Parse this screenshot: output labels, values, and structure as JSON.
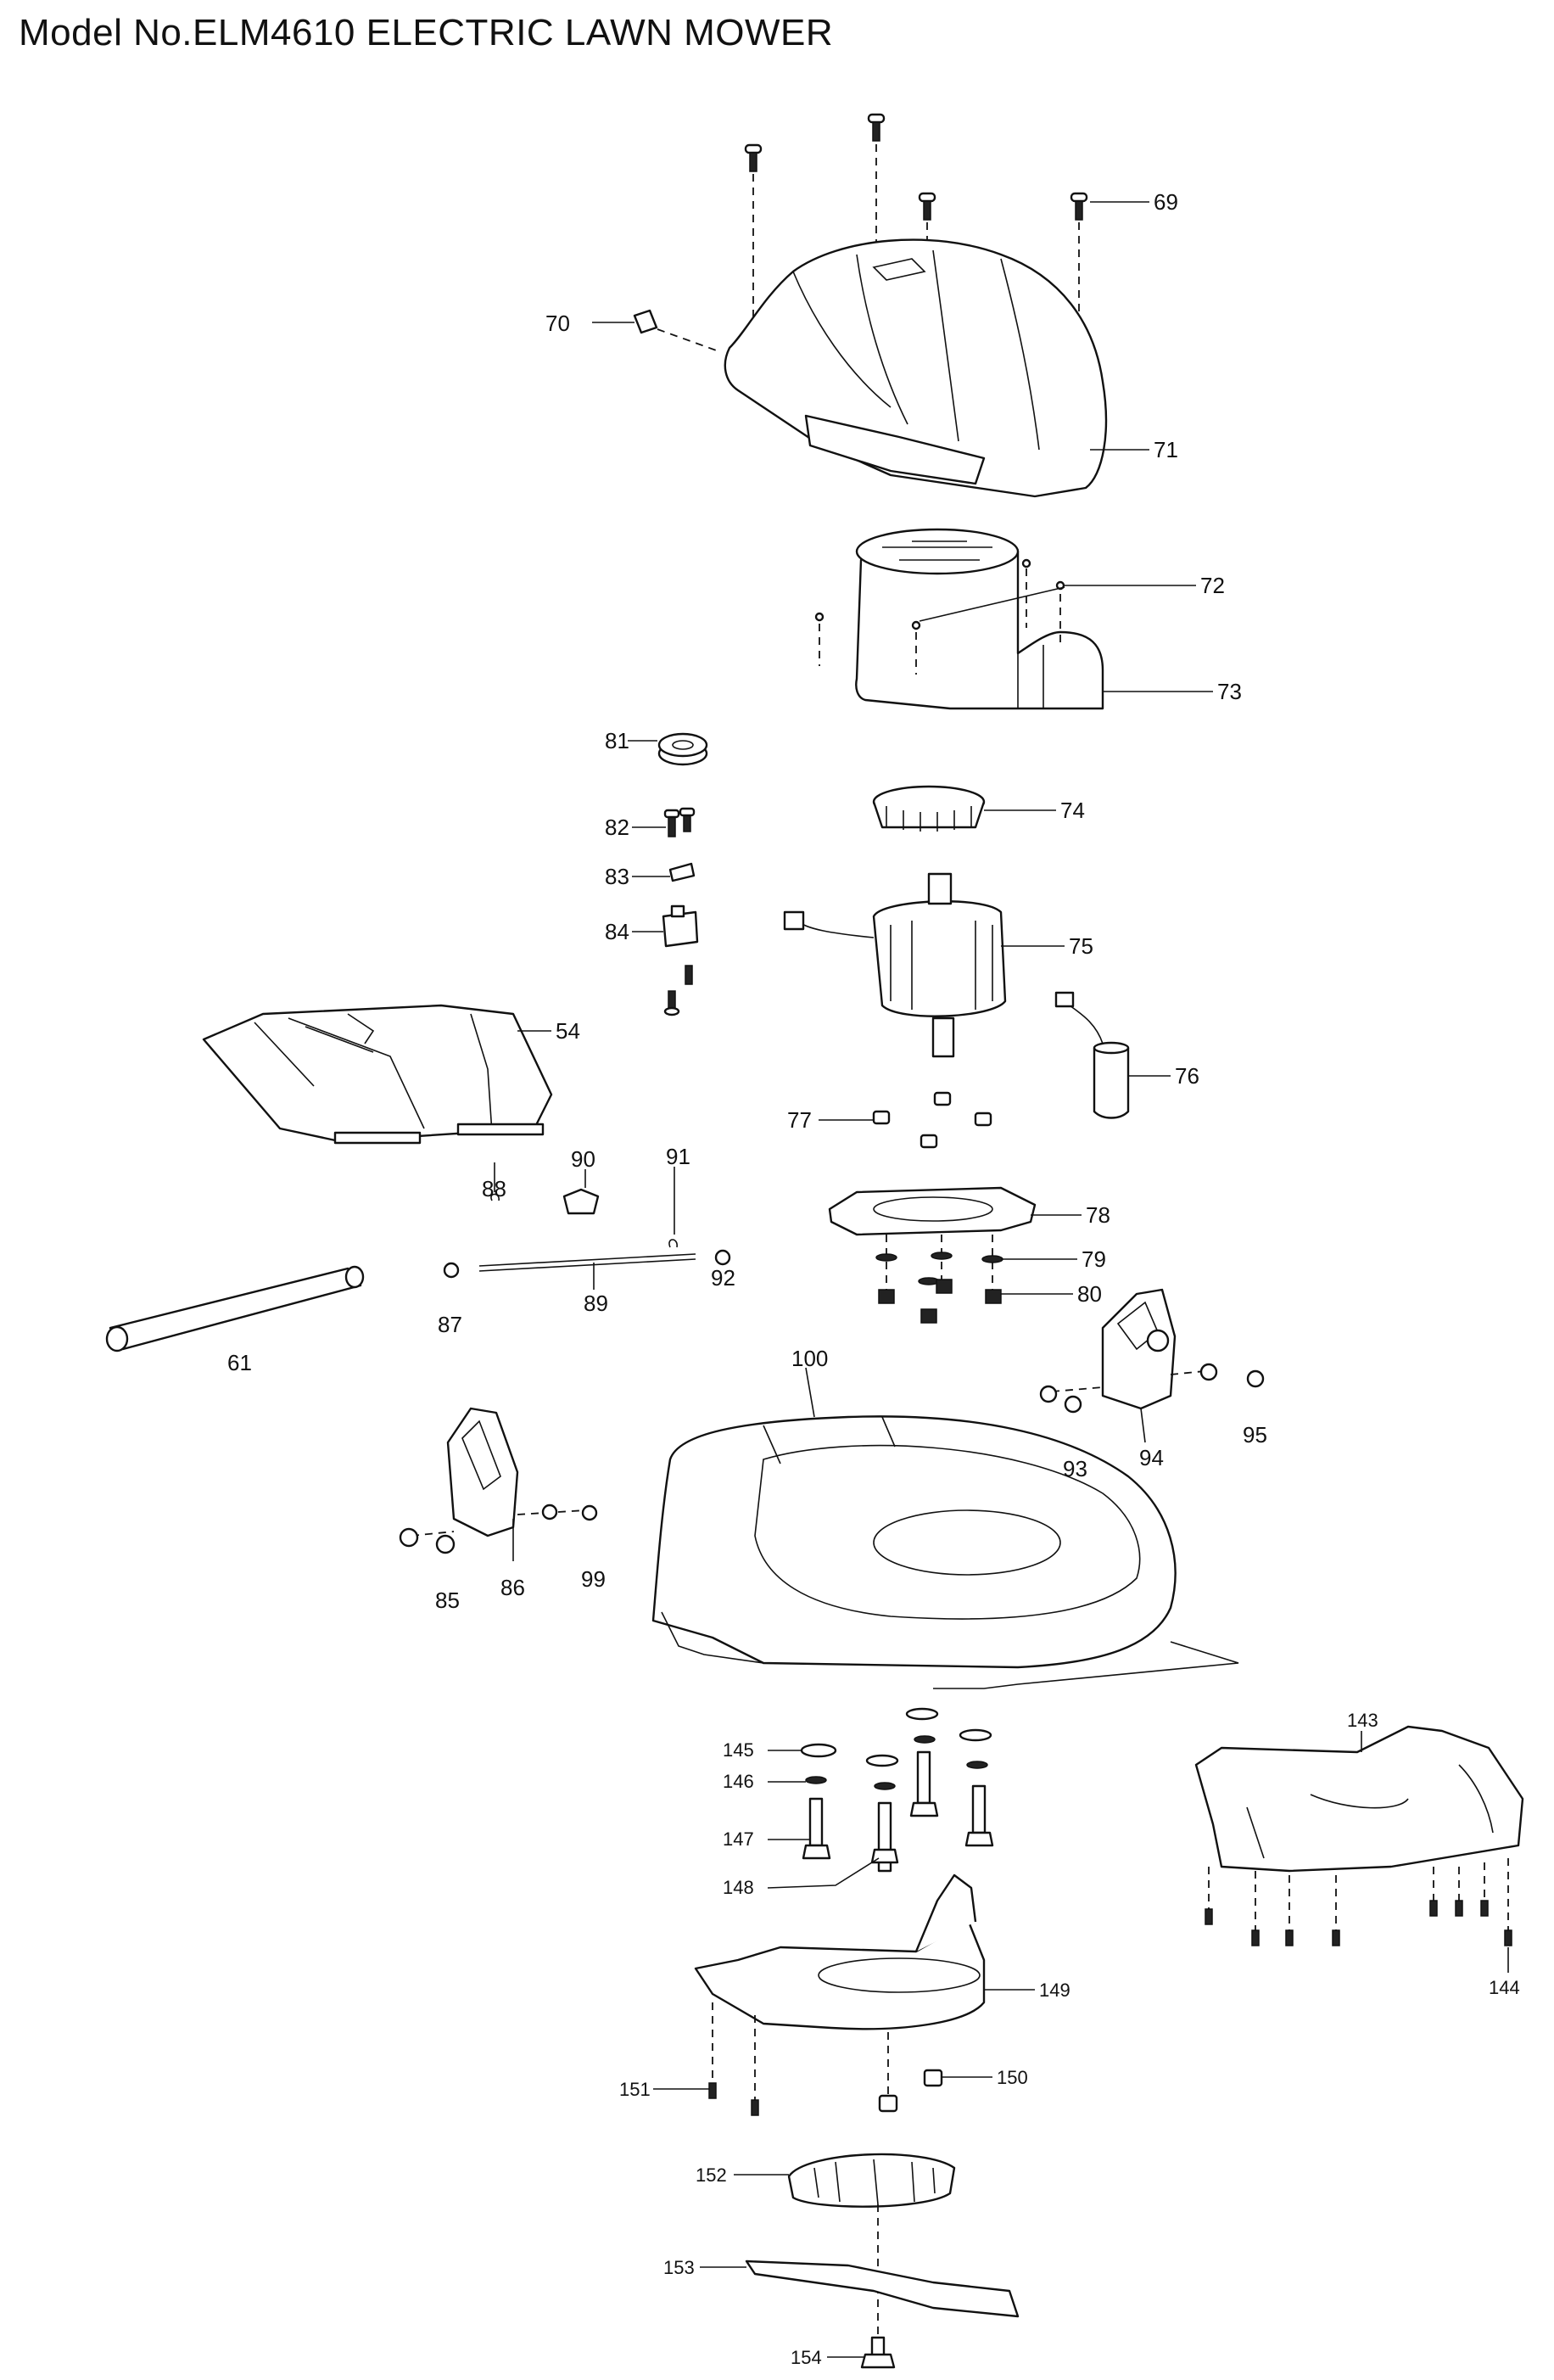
{
  "title": "Model No.ELM4610 ELECTRIC LAWN MOWER",
  "callouts": {
    "c54": "54",
    "c61": "61",
    "c69": "69",
    "c70": "70",
    "c71": "71",
    "c72": "72",
    "c73": "73",
    "c74": "74",
    "c75": "75",
    "c76": "76",
    "c77": "77",
    "c78": "78",
    "c79": "79",
    "c80": "80",
    "c81": "81",
    "c82": "82",
    "c83": "83",
    "c84": "84",
    "c85": "85",
    "c86": "86",
    "c87": "87",
    "c88": "88",
    "c89": "89",
    "c90": "90",
    "c91": "91",
    "c92": "92",
    "c93": "93",
    "c94": "94",
    "c95": "95",
    "c99": "99",
    "c100": "100",
    "c143": "143",
    "c144": "144",
    "c145": "145",
    "c146": "146",
    "c147": "147",
    "c148": "148",
    "c149": "149",
    "c150": "150",
    "c151": "151",
    "c152": "152",
    "c153": "153",
    "c154": "154"
  }
}
